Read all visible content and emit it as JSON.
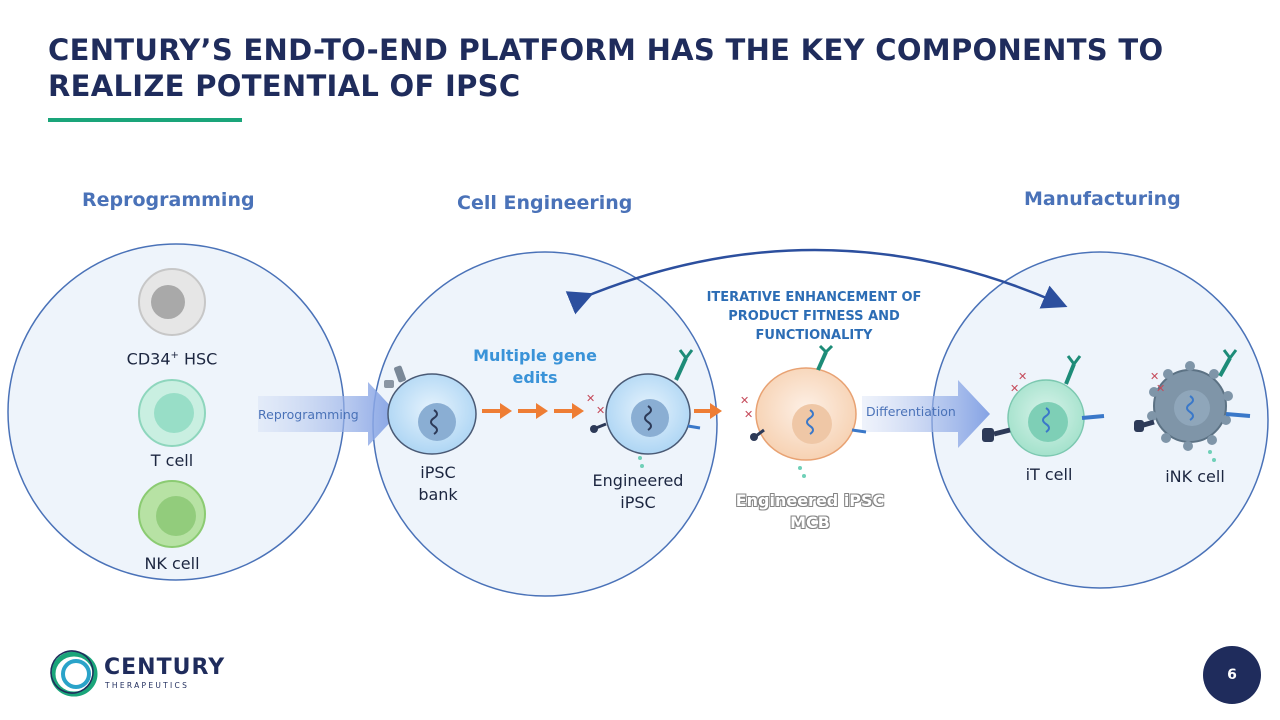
{
  "title": {
    "line1": "CENTURY’S END-TO-END PLATFORM HAS THE KEY COMPONENTS TO",
    "line2": "REALIZE POTENTIAL OF IPSC"
  },
  "sections": {
    "reprogramming": "Reprogramming",
    "cell_engineering": "Cell Engineering",
    "manufacturing": "Manufacturing"
  },
  "cells": {
    "cd34": "CD34",
    "cd34_sup": "+",
    "cd34_suffix": " HSC",
    "t_cell": "T cell",
    "nk_cell": "NK cell",
    "ipsc_bank_line1": "iPSC",
    "ipsc_bank_line2": "bank",
    "engineered_ipsc_line1": "Engineered",
    "engineered_ipsc_line2": "iPSC",
    "mcb_line1": "Engineered iPSC",
    "mcb_line2": "MCB",
    "it_cell": "iT cell",
    "ink_cell": "iNK cell"
  },
  "arrows": {
    "reprogramming": "Reprogramming",
    "differentiation": "Differentiation"
  },
  "callouts": {
    "multiple_edits_line1": "Multiple gene",
    "multiple_edits_line2": "edits",
    "iterative_line1": "ITERATIVE ENHANCEMENT OF",
    "iterative_line2": "PRODUCT FITNESS AND",
    "iterative_line3": "FUNCTIONALITY"
  },
  "logo": {
    "name": "CENTURY",
    "tagline": "THERAPEUTICS"
  },
  "page_number": "6",
  "colors": {
    "navy": "#1f2c5c",
    "accent_green": "#1aa57a",
    "section_blue": "#4a72b8",
    "circle_fill": "#eef4fb",
    "circle_stroke": "#4a72b8",
    "arrow_orange": "#ee7d34"
  }
}
